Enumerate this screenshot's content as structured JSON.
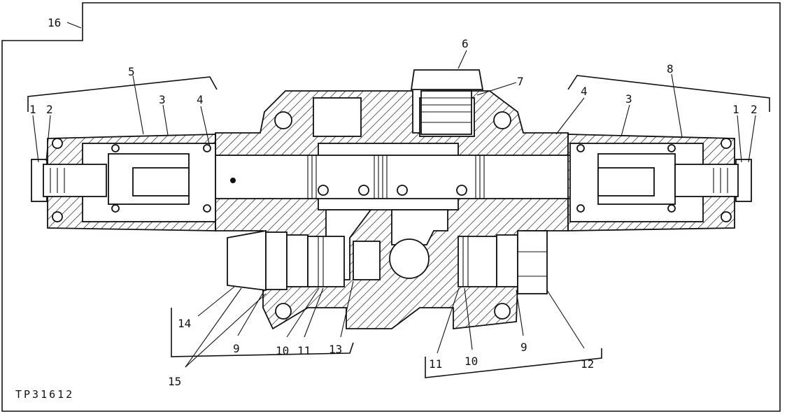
{
  "figure_code": "TP31612",
  "callouts": [
    {
      "id": "c16",
      "text": "16"
    },
    {
      "id": "c6",
      "text": "6"
    },
    {
      "id": "c7",
      "text": "7"
    },
    {
      "id": "c5",
      "text": "5"
    },
    {
      "id": "c3l",
      "text": "3"
    },
    {
      "id": "c4l",
      "text": "4"
    },
    {
      "id": "c1l",
      "text": "1"
    },
    {
      "id": "c2l",
      "text": "2"
    },
    {
      "id": "c4r",
      "text": "4"
    },
    {
      "id": "c3r",
      "text": "3"
    },
    {
      "id": "c8",
      "text": "8"
    },
    {
      "id": "c1r",
      "text": "1"
    },
    {
      "id": "c2r",
      "text": "2"
    },
    {
      "id": "c14",
      "text": "14"
    },
    {
      "id": "c9l",
      "text": "9"
    },
    {
      "id": "c10l",
      "text": "10"
    },
    {
      "id": "c11l",
      "text": "11"
    },
    {
      "id": "c13",
      "text": "13"
    },
    {
      "id": "c15",
      "text": "15"
    },
    {
      "id": "c11r",
      "text": "11"
    },
    {
      "id": "c10r",
      "text": "10"
    },
    {
      "id": "c9r",
      "text": "9"
    },
    {
      "id": "c12",
      "text": "12"
    }
  ]
}
